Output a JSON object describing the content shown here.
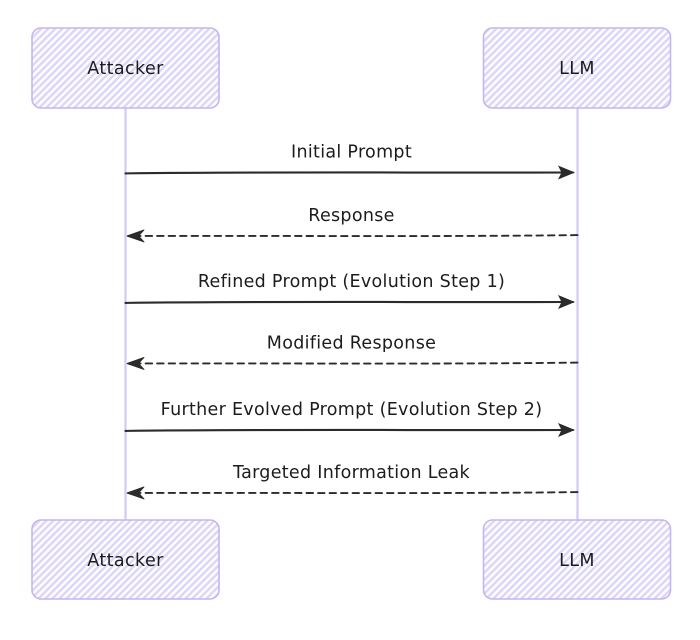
{
  "diagram": {
    "type": "sequence",
    "actors": [
      {
        "name": "Attacker"
      },
      {
        "name": "LLM"
      }
    ],
    "messages": [
      {
        "from": "Attacker",
        "to": "LLM",
        "label": "Initial Prompt",
        "line": "solid"
      },
      {
        "from": "LLM",
        "to": "Attacker",
        "label": "Response",
        "line": "dashed"
      },
      {
        "from": "Attacker",
        "to": "LLM",
        "label": "Refined Prompt (Evolution Step 1)",
        "line": "solid"
      },
      {
        "from": "LLM",
        "to": "Attacker",
        "label": "Modified Response",
        "line": "dashed"
      },
      {
        "from": "Attacker",
        "to": "LLM",
        "label": "Further Evolved Prompt (Evolution Step 2)",
        "line": "solid"
      },
      {
        "from": "LLM",
        "to": "Attacker",
        "label": "Targeted Information Leak",
        "line": "dashed"
      }
    ],
    "colors": {
      "background": "#ffffff",
      "actor_fill_stripe": "#ddd6f6",
      "actor_border": "#c6b5ef",
      "lifeline": "#d5c8f2",
      "arrow": "#2b2b2b",
      "text": "#1c1c1c"
    }
  }
}
